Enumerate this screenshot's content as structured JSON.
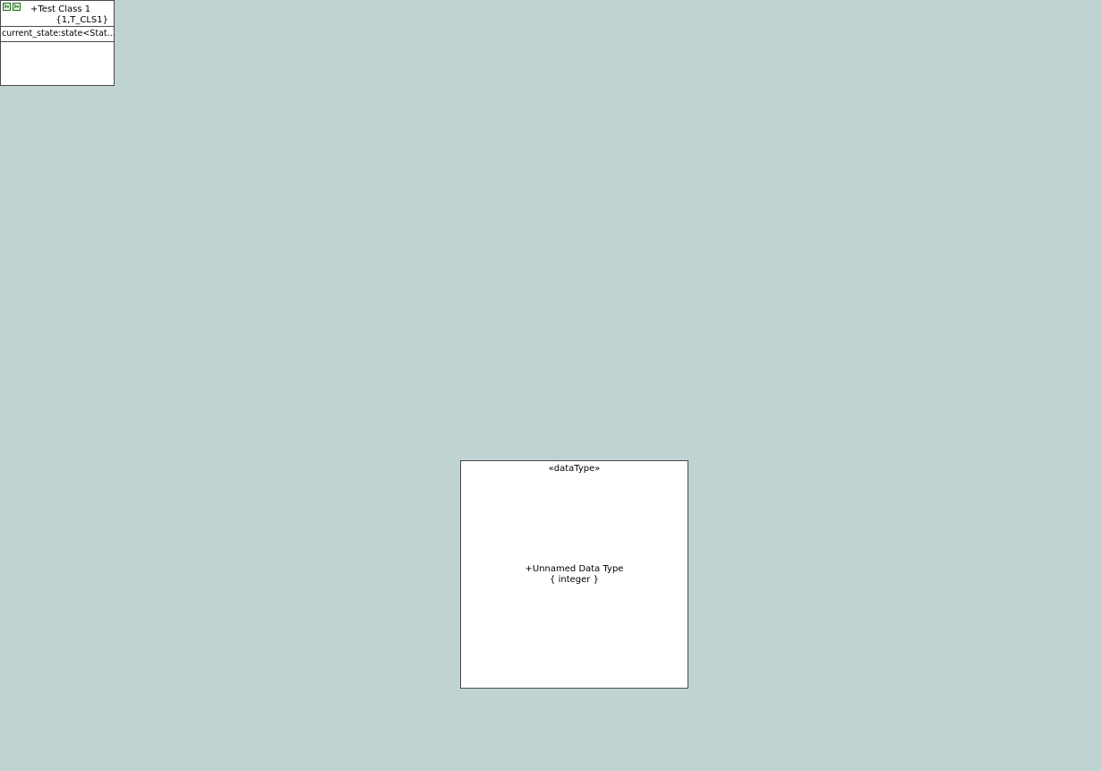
{
  "canvas": {
    "background": "#bfd3d2"
  },
  "test_class": {
    "icons": [
      "green-key-icon",
      "green-key-icon"
    ],
    "name": "+Test Class 1",
    "keyletters": "{1,T_CLS1}",
    "attributes": [
      "current_state:state<Stat..."
    ]
  },
  "data_type": {
    "stereotype": "«dataType»",
    "name": "+Unnamed Data Type",
    "core_type": "{ integer }"
  }
}
